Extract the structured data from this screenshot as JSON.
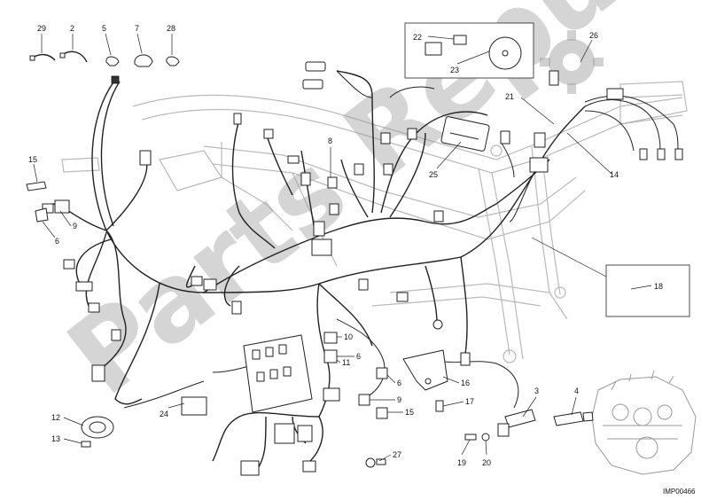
{
  "diagram": {
    "image_code": "IMP00466",
    "watermark_text": "Parts Republik",
    "callouts": [
      {
        "id": "c29",
        "label": "29"
      },
      {
        "id": "c2",
        "label": "2"
      },
      {
        "id": "c5",
        "label": "5"
      },
      {
        "id": "c7",
        "label": "7"
      },
      {
        "id": "c28",
        "label": "28"
      },
      {
        "id": "c22",
        "label": "22"
      },
      {
        "id": "c23",
        "label": "23"
      },
      {
        "id": "c26",
        "label": "26"
      },
      {
        "id": "c21",
        "label": "21"
      },
      {
        "id": "c14",
        "label": "14"
      },
      {
        "id": "c8",
        "label": "8"
      },
      {
        "id": "c25",
        "label": "25"
      },
      {
        "id": "c15a",
        "label": "15"
      },
      {
        "id": "c9a",
        "label": "9"
      },
      {
        "id": "c6a",
        "label": "6"
      },
      {
        "id": "c18",
        "label": "18"
      },
      {
        "id": "c10",
        "label": "10"
      },
      {
        "id": "c6b",
        "label": "6"
      },
      {
        "id": "c11",
        "label": "11"
      },
      {
        "id": "c6c",
        "label": "6"
      },
      {
        "id": "c9b",
        "label": "9"
      },
      {
        "id": "c15b",
        "label": "15"
      },
      {
        "id": "c16",
        "label": "16"
      },
      {
        "id": "c17",
        "label": "17"
      },
      {
        "id": "c3",
        "label": "3"
      },
      {
        "id": "c4",
        "label": "4"
      },
      {
        "id": "c12",
        "label": "12"
      },
      {
        "id": "c13",
        "label": "13"
      },
      {
        "id": "c24",
        "label": "24"
      },
      {
        "id": "c27",
        "label": "27"
      },
      {
        "id": "c19",
        "label": "19"
      },
      {
        "id": "c20",
        "label": "20"
      }
    ]
  }
}
